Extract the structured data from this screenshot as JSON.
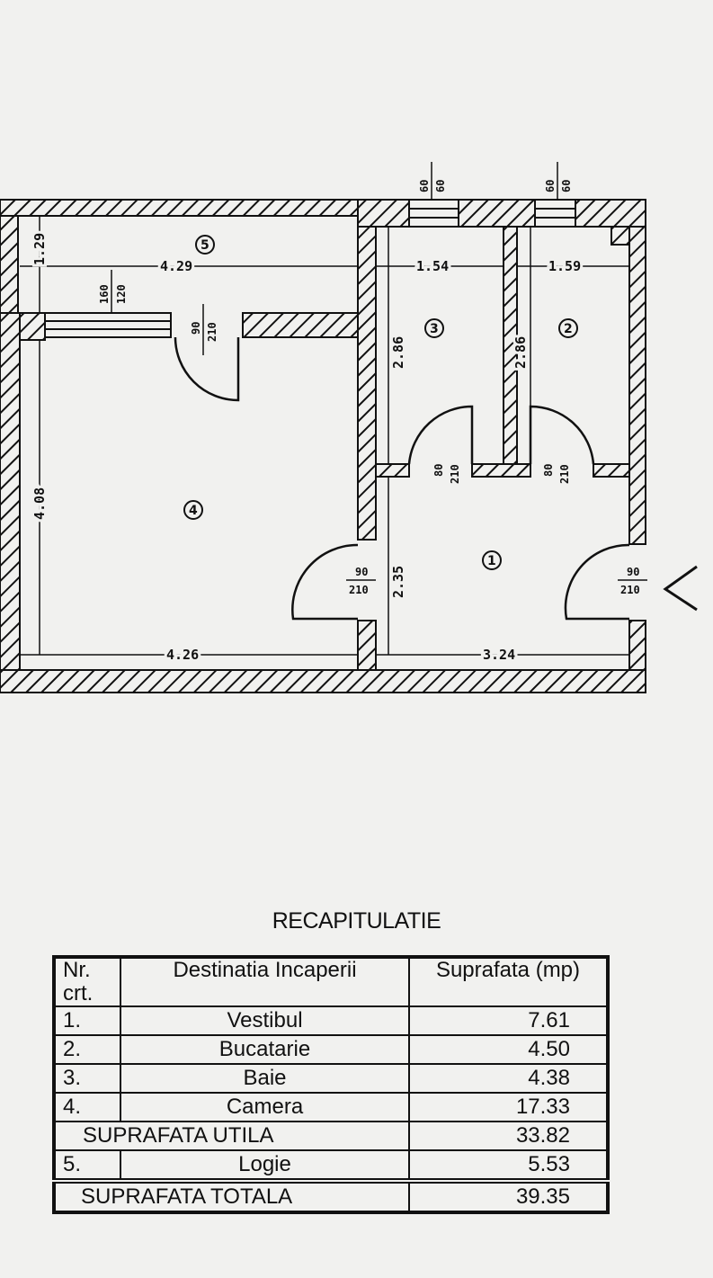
{
  "plan": {
    "rooms": [
      {
        "number": "1"
      },
      {
        "number": "2"
      },
      {
        "number": "3"
      },
      {
        "number": "4"
      },
      {
        "number": "5"
      }
    ],
    "dimensions": {
      "logia_width": "4.29",
      "logia_depth": "1.29",
      "bath_width": "1.54",
      "kitchen_width": "1.59",
      "bath_depth": "2.86",
      "kitchen_depth": "2.86",
      "room_depth": "4.08",
      "room_width": "4.26",
      "hall_depth": "2.35",
      "hall_width": "3.24"
    },
    "openings": {
      "window_bath": {
        "w": "60",
        "h": "60"
      },
      "window_kitchen": {
        "w": "60",
        "h": "60"
      },
      "window_logia": {
        "w": "160",
        "h": "120"
      },
      "door_logia": {
        "w": "90",
        "h": "210"
      },
      "door_bath": {
        "w": "80",
        "h": "210"
      },
      "door_kitchen": {
        "w": "80",
        "h": "210"
      },
      "door_room": {
        "w": "90",
        "h": "210"
      },
      "door_entrance": {
        "w": "90",
        "h": "210"
      }
    }
  },
  "recap": {
    "title": "RECAPITULATIE",
    "headers": {
      "nr": "Nr. crt.",
      "dest": "Destinatia Incaperii",
      "area": "Suprafata (mp)"
    },
    "rows": [
      {
        "nr": "1.",
        "name": "Vestibul",
        "area": "7.61"
      },
      {
        "nr": "2.",
        "name": "Bucatarie",
        "area": "4.50"
      },
      {
        "nr": "3.",
        "name": "Baie",
        "area": "4.38"
      },
      {
        "nr": "4.",
        "name": "Camera",
        "area": "17.33"
      }
    ],
    "useful": {
      "label": "SUPRAFATA UTILA",
      "area": "33.82"
    },
    "logia": {
      "nr": "5.",
      "name": "Logie",
      "area": "5.53"
    },
    "total": {
      "label": "SUPRAFATA TOTALA",
      "area": "39.35"
    }
  }
}
